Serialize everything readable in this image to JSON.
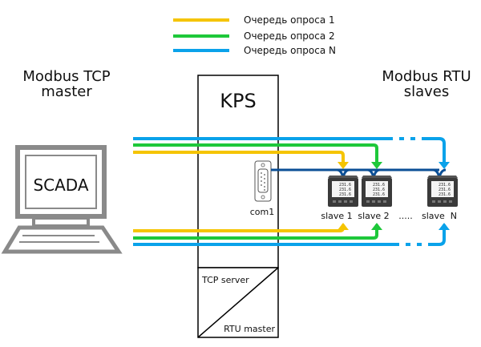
{
  "legend": [
    {
      "label": "Очередь опроса 1",
      "color": "#f5c400"
    },
    {
      "label": "Очередь опроса 2",
      "color": "#1ec83a"
    },
    {
      "label": "Очередь опроса N",
      "color": "#0aa2ea"
    }
  ],
  "master": {
    "title_line1": "Modbus TCP",
    "title_line2": "master",
    "screen_label": "SCADA"
  },
  "gateway": {
    "title": "KPS",
    "port_label": "com1",
    "lower_top_label": "TCP server",
    "lower_bottom_label": "RTU master"
  },
  "slaves_header": {
    "line1": "Modbus RTU",
    "line2": "slaves"
  },
  "slaves": [
    {
      "label": "slave 1",
      "display": [
        "231.6",
        "231.6",
        "231.6"
      ]
    },
    {
      "label": "slave 2",
      "display": [
        "231.6",
        "231.6",
        "231.6"
      ]
    },
    {
      "label": "slave  N",
      "display": [
        "231.6",
        "231.6",
        "231.6"
      ]
    }
  ],
  "ellipsis": ".....",
  "colors": {
    "bus": "#0b4f96",
    "device": "#3a3a3a",
    "computer": "#8a8a8a"
  }
}
